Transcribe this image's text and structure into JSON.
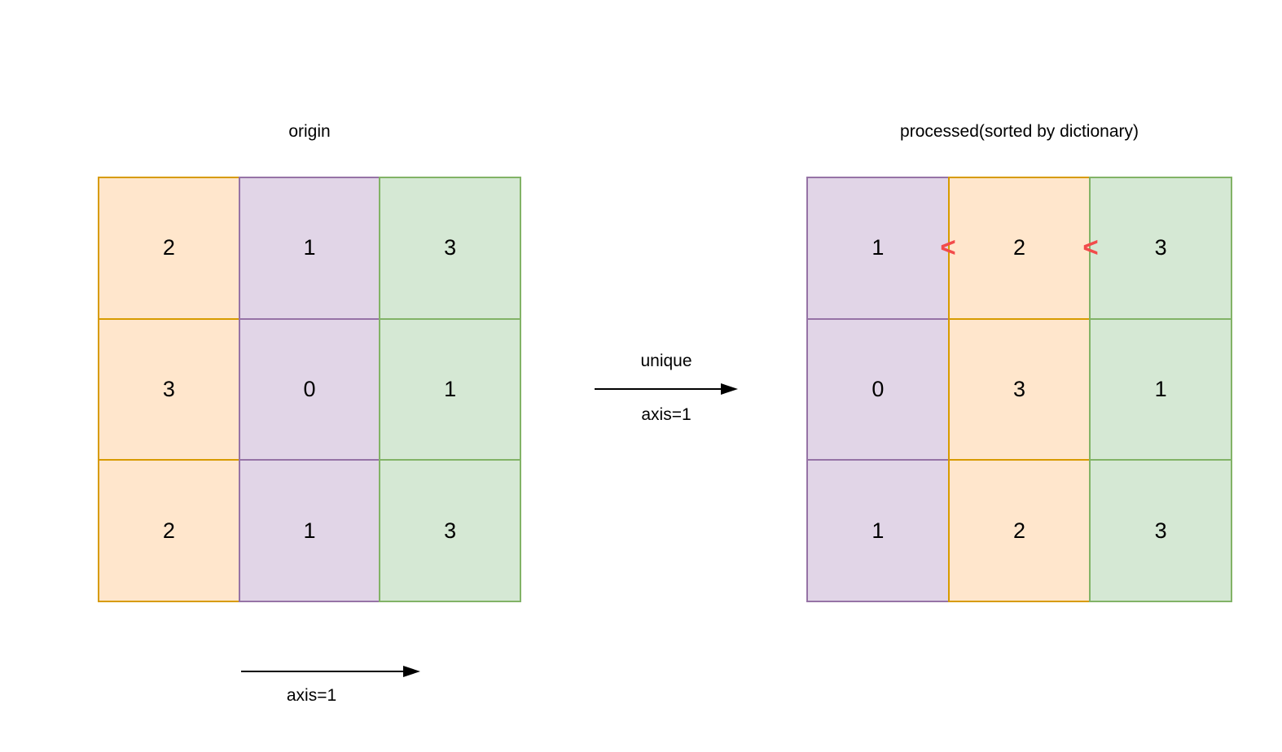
{
  "matrices": [
    {
      "name": "origin",
      "title": "origin",
      "rows": [
        [
          2,
          1,
          3
        ],
        [
          3,
          0,
          1
        ],
        [
          2,
          1,
          3
        ]
      ],
      "column_colors": [
        "orange",
        "purple",
        "green"
      ]
    },
    {
      "name": "processed",
      "title": "processed(sorted by dictionary)",
      "rows": [
        [
          1,
          2,
          3
        ],
        [
          0,
          3,
          1
        ],
        [
          1,
          2,
          3
        ]
      ],
      "column_colors": [
        "purple",
        "orange",
        "green"
      ]
    }
  ],
  "transform_arrow": {
    "label_top": "unique",
    "label_bottom": "axis=1"
  },
  "axis_arrow": {
    "label": "axis=1"
  },
  "comparison_marks": [
    {
      "symbol": "<"
    },
    {
      "symbol": "<"
    }
  ],
  "colors": {
    "orange_fill": "#FFE6CC",
    "orange_stroke": "#D79B00",
    "purple_fill": "#E1D5E7",
    "purple_stroke": "#9673A6",
    "green_fill": "#D5E8D4",
    "green_stroke": "#82B366",
    "comparison_red": "#F24B4B",
    "arrow_black": "#000000",
    "text": "#000000",
    "background": "#FFFFFF"
  }
}
